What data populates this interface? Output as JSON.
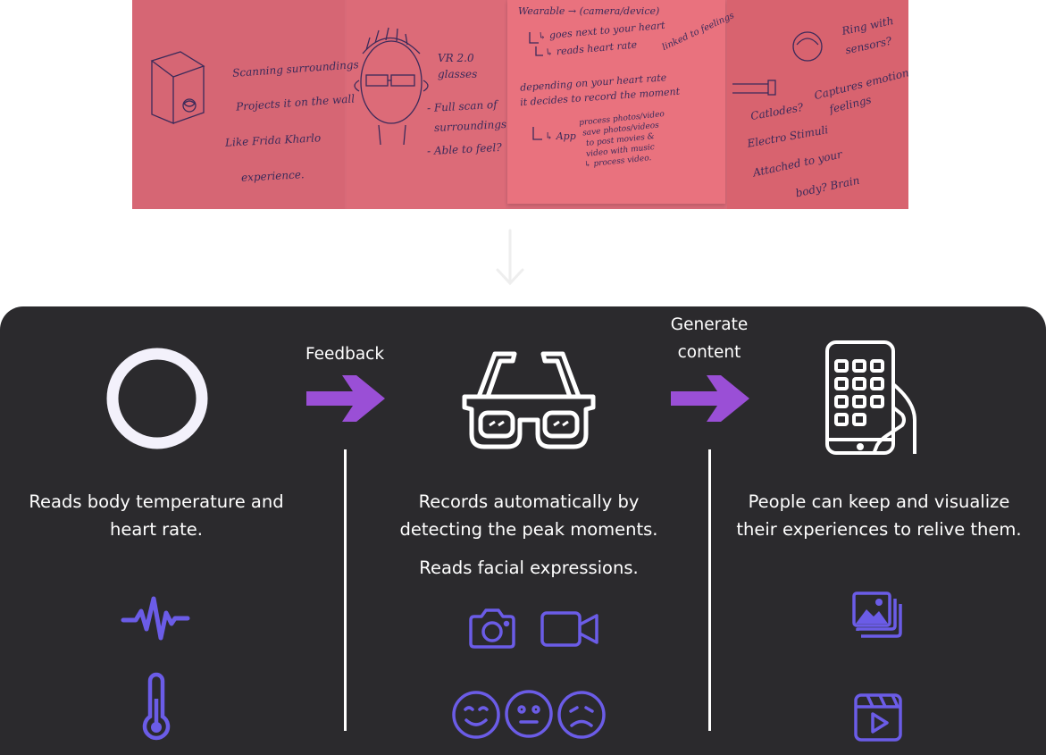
{
  "sketch_notes": {
    "note1": [
      "Scanning surroundings",
      "Projects it on the wall",
      "Like Frida Kharlo",
      "experience."
    ],
    "note2": [
      "VR 2.0",
      "glasses",
      "- Full scan of",
      "surroundings",
      "- Able to feel?"
    ],
    "note3": [
      "Wearable → (camera/device)",
      "↳ goes next to your heart",
      "↳ reads heart rate",
      "linked to feelings",
      "depending on your heart rate",
      "it decides to record the moment",
      "↳ App",
      "process photos/video",
      "save photos/videos",
      "to post movies &",
      "video with music",
      "↳ process video."
    ],
    "note4": [
      "Ring with",
      "sensors?",
      "Captures emotions,",
      "feelings",
      "Catlodes?",
      "Electro Stimuli",
      "Attached to your",
      "body? Brain"
    ]
  },
  "diagram": {
    "step1": {
      "description": "Reads body temperature and heart rate."
    },
    "arrow1": {
      "label": "Feedback"
    },
    "step2": {
      "description": "Records automatically by detecting the peak moments.",
      "secondary": "Reads facial expressions."
    },
    "arrow2": {
      "label": "Generate content"
    },
    "step3": {
      "description": "People can keep and visualize their experiences to relive them."
    }
  },
  "colors": {
    "panel": "#2b2a2d",
    "accent_icon": "#6b5ce7",
    "arrow": "#9a4fd6",
    "sketch": "#d86a78"
  },
  "icons": [
    "ring-icon",
    "heartbeat-icon",
    "thermometer-icon",
    "glasses-icon",
    "camera-icon",
    "video-icon",
    "smile-face-icon",
    "neutral-face-icon",
    "sad-face-icon",
    "smartphone-hand-icon",
    "gallery-icon",
    "video-play-icon",
    "right-arrow-icon",
    "down-arrow-icon"
  ]
}
